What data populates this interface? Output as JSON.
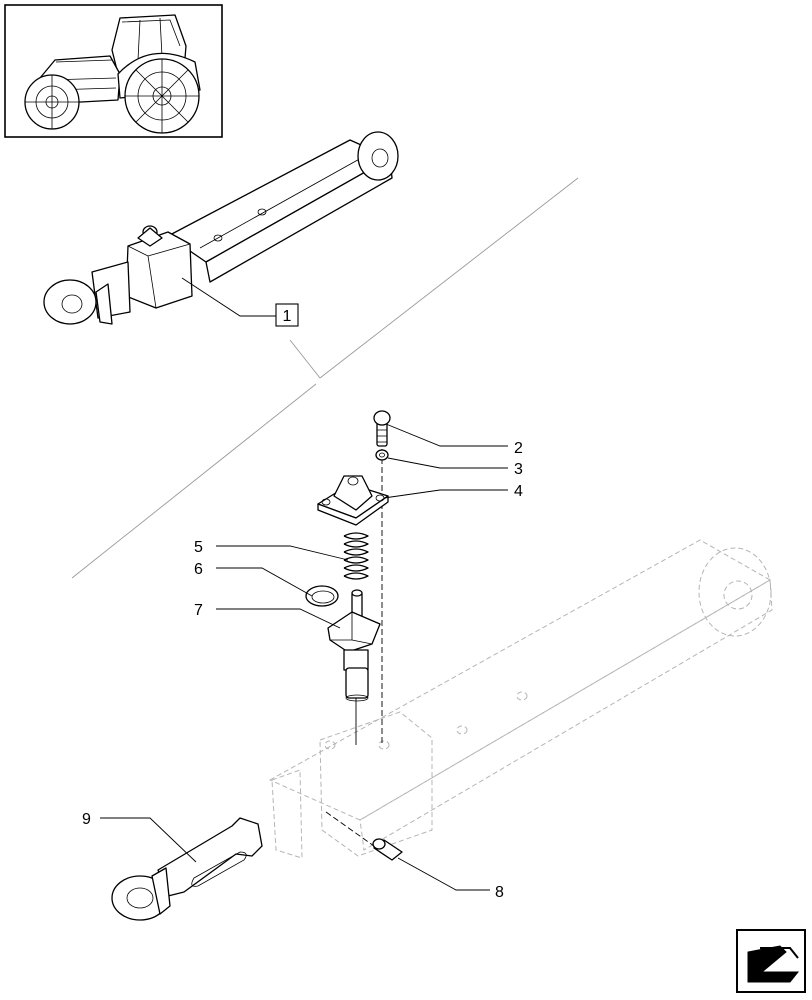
{
  "reference_box": {
    "label": "1"
  },
  "callouts": [
    "2",
    "3",
    "4",
    "5",
    "6",
    "7",
    "8",
    "9"
  ],
  "icons": {
    "thumbnail": "tractor-thumbnail-icon",
    "nav": "next-page-arrow-icon"
  }
}
